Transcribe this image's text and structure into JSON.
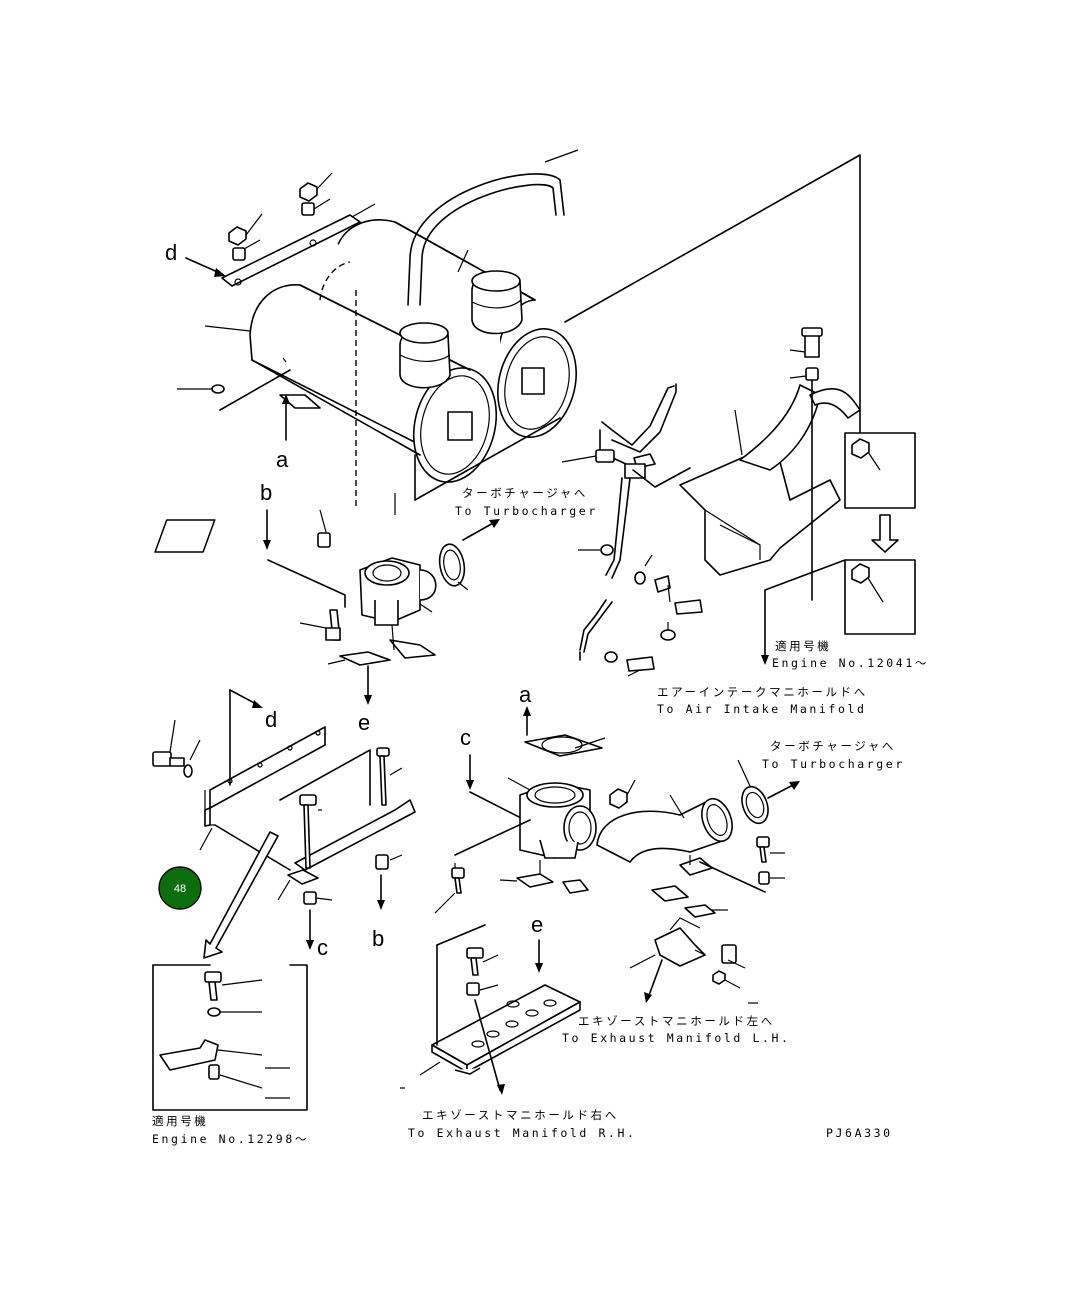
{
  "diagram": {
    "letter_labels": [
      "a",
      "b",
      "c",
      "d",
      "e"
    ],
    "texts": {
      "to_turbo_jp": "ターボチャージャへ",
      "to_turbo_en": "To Turbocharger",
      "applicable_jp": "適用号機",
      "engine_12041": "Engine No.12041〜",
      "engine_12298": "Engine No.12298〜",
      "to_air_intake_jp": "エアーインテークマニホールドへ",
      "to_air_intake_en": "To Air Intake Manifold",
      "to_exhaust_lh_jp": "エキゾーストマニホールド左へ",
      "to_exhaust_lh_en": "To Exhaust Manifold L.H.",
      "to_exhaust_rh_jp": "エキゾーストマニホールド右へ",
      "to_exhaust_rh_en": "To Exhaust Manifold R.H.",
      "drawing_code": "PJ6A330"
    },
    "badge": {
      "label": "48",
      "color": "#0d6e0d"
    }
  }
}
